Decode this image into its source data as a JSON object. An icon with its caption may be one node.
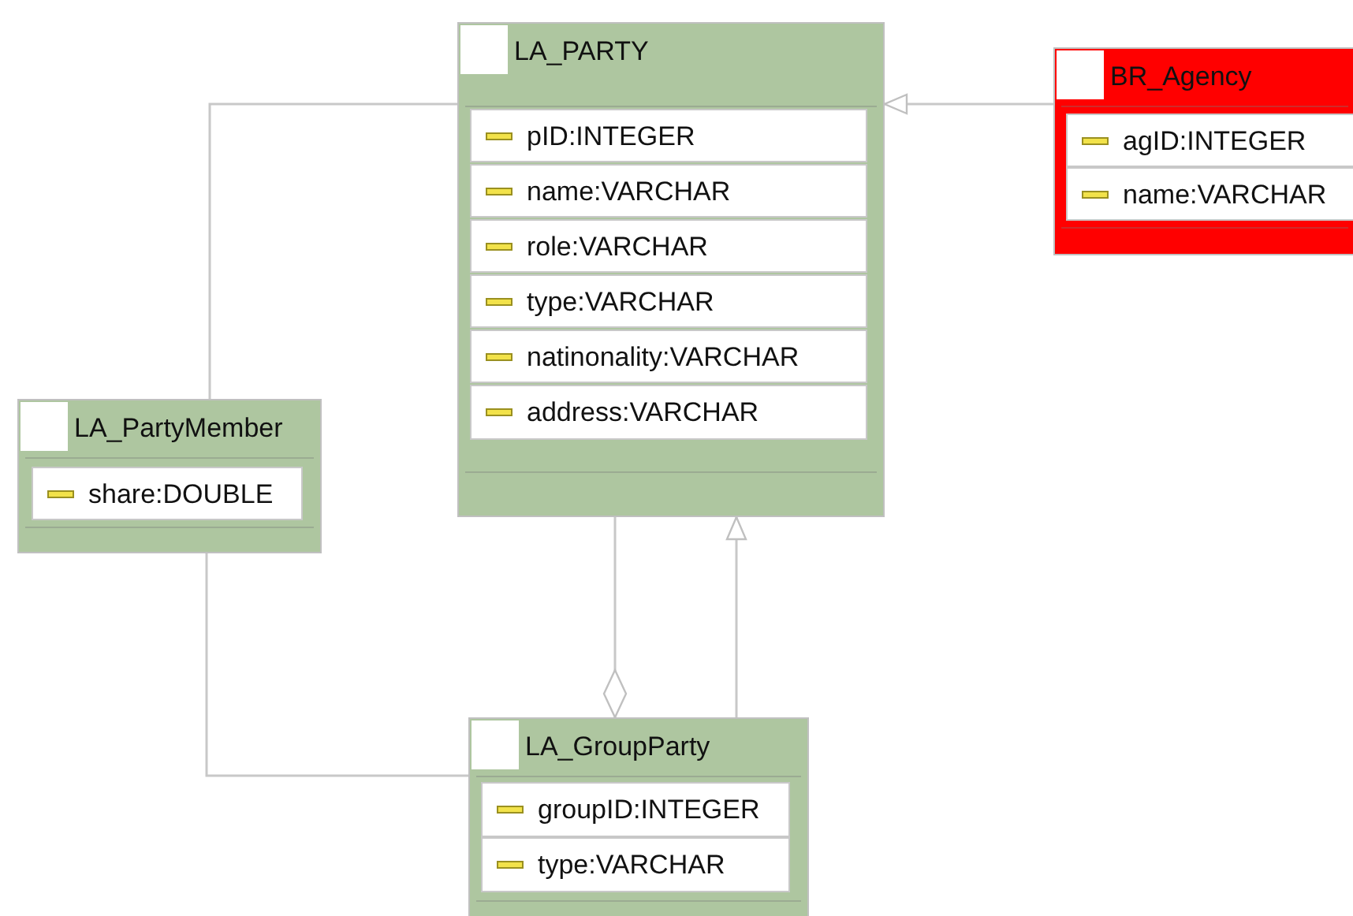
{
  "diagram": {
    "nodes": [
      {
        "text": [
          "LA_PARTY"
        ]
      },
      {
        "text": [
          "pID:INTEGER"
        ],
        "in": 0
      },
      {
        "text": [
          "name:VARCHAR"
        ],
        "in": 0
      },
      {
        "text": [
          "role:VARCHAR"
        ],
        "in": 0
      },
      {
        "text": [
          "type:VARCHAR"
        ],
        "in": 0
      },
      {
        "text": [
          "natinonality:VARCHAR"
        ],
        "in": 0
      },
      {
        "text": [
          "address:VARCHAR"
        ],
        "in": 0
      },
      {
        "text": [
          "BR_Agency"
        ]
      },
      {
        "text": [
          "agID:INTEGER"
        ],
        "in": 7
      },
      {
        "text": [
          "name:VARCHAR"
        ],
        "in": 7
      },
      {
        "text": [
          "LA_PartyMember"
        ]
      },
      {
        "text": [
          "share:DOUBLE"
        ],
        "in": 10
      },
      {
        "text": [
          "LA_GroupParty"
        ]
      },
      {
        "text": [
          "groupID:INTEGER"
        ],
        "in": 12
      },
      {
        "text": [
          "type:VARCHAR"
        ],
        "in": 12
      }
    ],
    "edges": [
      {
        "from": 7,
        "to": 0,
        "arrow": "to"
      },
      {
        "from": 10,
        "to": 0,
        "arrow": "none"
      },
      {
        "from": 10,
        "to": 12,
        "arrow": "none"
      },
      {
        "from": 0,
        "to": 12,
        "arrow": "other"
      },
      {
        "from": 12,
        "to": 0,
        "arrow": "to"
      }
    ]
  }
}
